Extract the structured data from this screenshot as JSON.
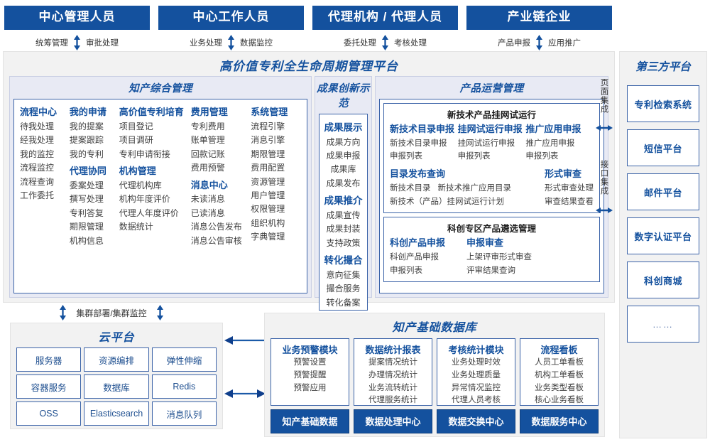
{
  "roles": [
    {
      "title": "中心管理人员",
      "left": "统筹管理",
      "right": "审批处理"
    },
    {
      "title": "中心工作人员",
      "left": "业务处理",
      "right": "数据监控"
    },
    {
      "title": "代理机构 / 代理人员",
      "left": "委托处理",
      "right": "考核处理"
    },
    {
      "title": "产业链企业",
      "left": "产品申报",
      "right": "应用推广"
    }
  ],
  "platform": {
    "title": "高价值专利全生命周期管理平台",
    "panels": {
      "zhichan": {
        "title": "知产综合管理",
        "columns": [
          {
            "groups": [
              {
                "head": "流程中心",
                "items": [
                  "待我处理",
                  "经我处理",
                  "我的监控",
                  "流程监控",
                  "流程查询",
                  "工作委托"
                ]
              }
            ]
          },
          {
            "groups": [
              {
                "head": "我的申请",
                "items": [
                  "我的提案",
                  "提案跟踪",
                  "我的专利"
                ]
              },
              {
                "head": "代理协同",
                "items": [
                  "委案处理",
                  "撰写处理",
                  "专利答复",
                  "期限管理",
                  "机构信息"
                ]
              }
            ]
          },
          {
            "groups": [
              {
                "head": "高价值专利培育",
                "items": [
                  "项目登记",
                  "项目调研",
                  "专利申请衔接"
                ]
              },
              {
                "head": "机构管理",
                "items": [
                  "代理机构库",
                  "机构年度评价",
                  "代理人年度评价",
                  "数据统计"
                ]
              }
            ]
          },
          {
            "groups": [
              {
                "head": "费用管理",
                "items": [
                  "专利费用",
                  "账单管理",
                  "回款记账",
                  "费用预警"
                ]
              },
              {
                "head": "消息中心",
                "items": [
                  "未读消息",
                  "已读消息",
                  "消息公告发布",
                  "消息公告审核"
                ]
              }
            ]
          },
          {
            "groups": [
              {
                "head": "系统管理",
                "items": [
                  "流程引擎",
                  "消息引擎",
                  "期限管理",
                  "费用配置",
                  "资源管理",
                  "用户管理",
                  "权限管理",
                  "组织机构",
                  "字典管理"
                ]
              }
            ]
          }
        ]
      },
      "chengguo": {
        "title": "成果创新示范",
        "groups": [
          {
            "head": "成果展示",
            "items": [
              "成果方向",
              "成果申报",
              "成果库",
              "成果发布"
            ]
          },
          {
            "head": "成果推介",
            "items": [
              "成果宣传",
              "成果封装",
              "支持政策"
            ]
          },
          {
            "head": "转化撮合",
            "items": [
              "意向征集",
              "撮合服务",
              "转化备案"
            ]
          }
        ]
      },
      "chanpin": {
        "title": "产品运营管理",
        "subsections": [
          {
            "title": "新技术产品挂网试运行",
            "row1": [
              {
                "head": "新技术目录申报",
                "items": [
                  "新技术目录申报",
                  "申报列表"
                ]
              },
              {
                "head": "挂网试运行申报",
                "items": [
                  "挂网试运行申报",
                  "申报列表"
                ]
              },
              {
                "head": "推广应用申报",
                "items": [
                  "推广应用申报",
                  "申报列表"
                ]
              }
            ],
            "row2_left_head": "目录发布查询",
            "row2_left_items": [
              "新技术目录",
              "新技术推广应用目录",
              "新技术（产品）挂网试运行计划"
            ],
            "row2_right_head": "形式审查",
            "row2_right_items": [
              "形式审查处理",
              "审查结果查看"
            ]
          },
          {
            "title": "科创专区产品遴选管理",
            "row1": [
              {
                "head": "科创产品申报",
                "items": [
                  "科创产品申报",
                  "申报列表"
                ]
              },
              {
                "head": "申报审查",
                "items": [
                  "上架评审形式审查",
                  "评审结果查询"
                ]
              }
            ]
          }
        ]
      }
    }
  },
  "integration": {
    "page_label": "页面集成",
    "api_label": "接口集成"
  },
  "third_party": {
    "title": "第三方平台",
    "items": [
      "专利检索系统",
      "短信平台",
      "邮件平台",
      "数字认证平台",
      "科创商城",
      "……"
    ]
  },
  "cluster_label": "集群部署/集群监控",
  "cloud": {
    "title": "云平台",
    "items": [
      "服务器",
      "资源编排",
      "弹性伸缩",
      "容器服务",
      "数据库",
      "Redis",
      "OSS",
      "Elasticsearch",
      "消息队列"
    ]
  },
  "database": {
    "title": "知产基础数据库",
    "columns": [
      {
        "head": "业务预警模块",
        "items": [
          "预警设置",
          "预警提醒",
          "预警应用"
        ],
        "foot": "知产基础数据"
      },
      {
        "head": "数据统计报表",
        "items": [
          "提案情况统计",
          "办理情况统计",
          "业务流转统计",
          "代理服务统计"
        ],
        "foot": "数据处理中心"
      },
      {
        "head": "考核统计模块",
        "items": [
          "业务处理时效",
          "业务处理质量",
          "异常情况监控",
          "代理人员考核"
        ],
        "foot": "数据交换中心"
      },
      {
        "head": "流程看板",
        "items": [
          "人员工单看板",
          "机构工单看板",
          "业务类型看板",
          "核心业务看板"
        ],
        "foot": "数据服务中心"
      }
    ]
  },
  "colors": {
    "brand_blue": "#14519e",
    "panel_bg": "#e8eaf4",
    "border_blue": "#3b63a8",
    "surface": "#f2f2f2"
  }
}
